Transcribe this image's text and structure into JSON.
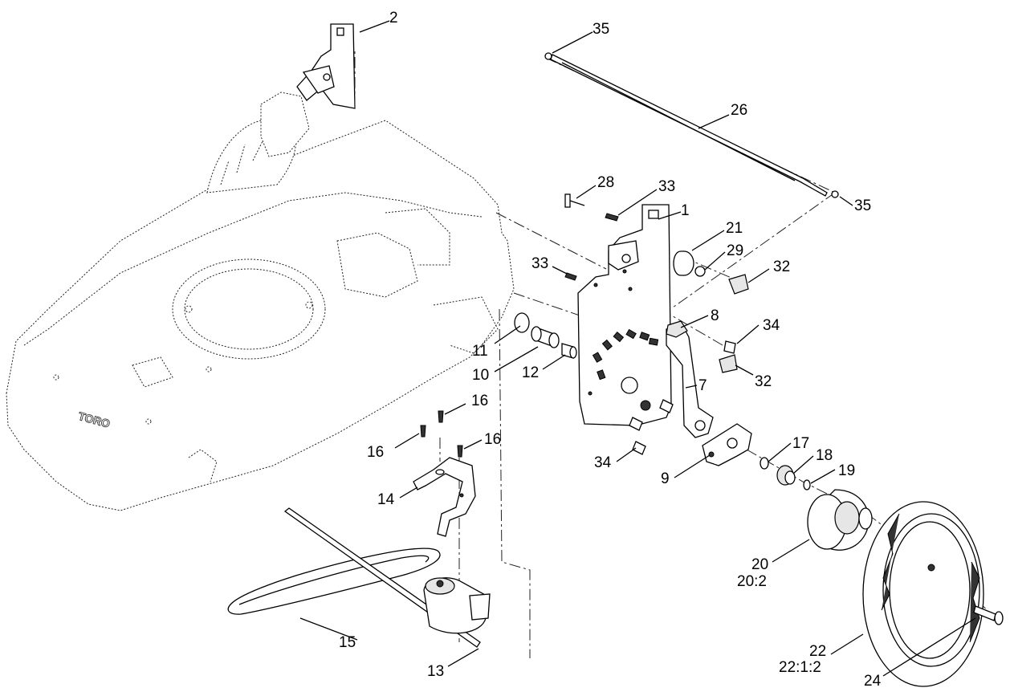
{
  "diagram": {
    "callouts": [
      {
        "id": "c2",
        "text": "2"
      },
      {
        "id": "c35a",
        "text": "35"
      },
      {
        "id": "c26",
        "text": "26"
      },
      {
        "id": "c35b",
        "text": "35"
      },
      {
        "id": "c28",
        "text": "28"
      },
      {
        "id": "c33a",
        "text": "33"
      },
      {
        "id": "c1",
        "text": "1"
      },
      {
        "id": "c21",
        "text": "21"
      },
      {
        "id": "c29",
        "text": "29"
      },
      {
        "id": "c32a",
        "text": "32"
      },
      {
        "id": "c33b",
        "text": "33"
      },
      {
        "id": "c8",
        "text": "8"
      },
      {
        "id": "c34a",
        "text": "34"
      },
      {
        "id": "c11",
        "text": "11"
      },
      {
        "id": "c10",
        "text": "10"
      },
      {
        "id": "c12",
        "text": "12"
      },
      {
        "id": "c32b",
        "text": "32"
      },
      {
        "id": "c7",
        "text": "7"
      },
      {
        "id": "c16a",
        "text": "16"
      },
      {
        "id": "c16b",
        "text": "16"
      },
      {
        "id": "c16c",
        "text": "16"
      },
      {
        "id": "c17",
        "text": "17"
      },
      {
        "id": "c18",
        "text": "18"
      },
      {
        "id": "c19",
        "text": "19"
      },
      {
        "id": "c34b",
        "text": "34"
      },
      {
        "id": "c9",
        "text": "9"
      },
      {
        "id": "c14",
        "text": "14"
      },
      {
        "id": "c20",
        "text": "20"
      },
      {
        "id": "c20s",
        "text": "20:2"
      },
      {
        "id": "c15",
        "text": "15"
      },
      {
        "id": "c13",
        "text": "13"
      },
      {
        "id": "c22",
        "text": "22"
      },
      {
        "id": "c22s",
        "text": "22:1:2"
      },
      {
        "id": "c24",
        "text": "24"
      }
    ],
    "deck_logo": "TORO"
  }
}
